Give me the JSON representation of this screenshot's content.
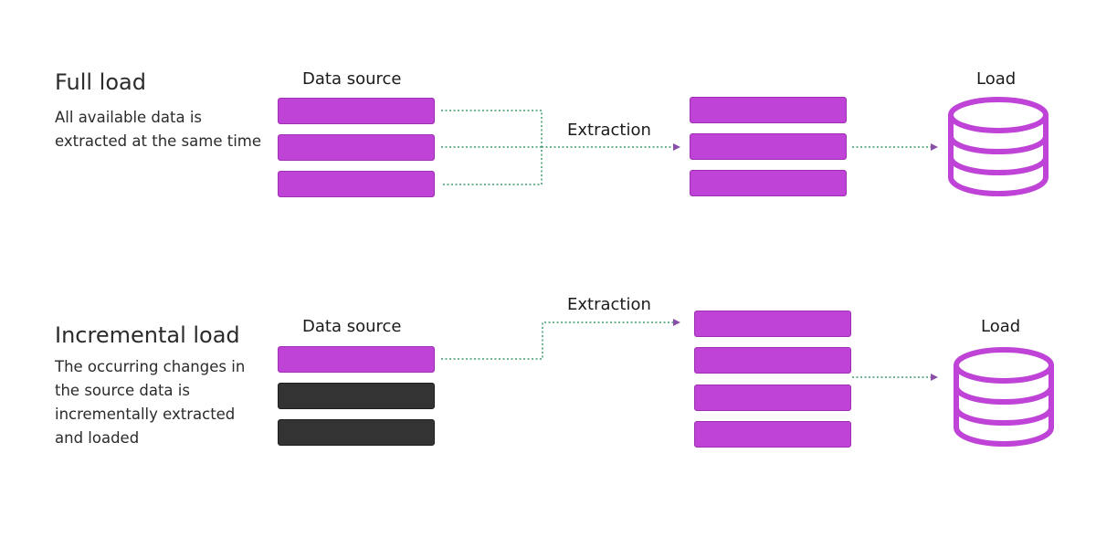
{
  "colors": {
    "accent": "#BE43D6",
    "inactive": "#333333",
    "connector": "#3E9A6E",
    "arrowhead": "#8A4FA8"
  },
  "full_load": {
    "heading": "Full load",
    "description": "All available data is extracted at the same time",
    "source_label": "Data source",
    "extraction_label": "Extraction",
    "load_label": "Load",
    "source_rows": [
      {
        "state": "active"
      },
      {
        "state": "active"
      },
      {
        "state": "active"
      }
    ],
    "extracted_rows": [
      {
        "state": "active"
      },
      {
        "state": "active"
      },
      {
        "state": "active"
      }
    ],
    "icon": "database-icon"
  },
  "incremental_load": {
    "heading": "Incremental load",
    "description": "The occurring changes in the source data is incrementally extracted and loaded",
    "source_label": "Data source",
    "extraction_label": "Extraction",
    "load_label": "Load",
    "source_rows": [
      {
        "state": "active"
      },
      {
        "state": "inactive"
      },
      {
        "state": "inactive"
      }
    ],
    "extracted_rows": [
      {
        "state": "active"
      },
      {
        "state": "active"
      },
      {
        "state": "active"
      },
      {
        "state": "active"
      }
    ],
    "icon": "database-icon"
  }
}
